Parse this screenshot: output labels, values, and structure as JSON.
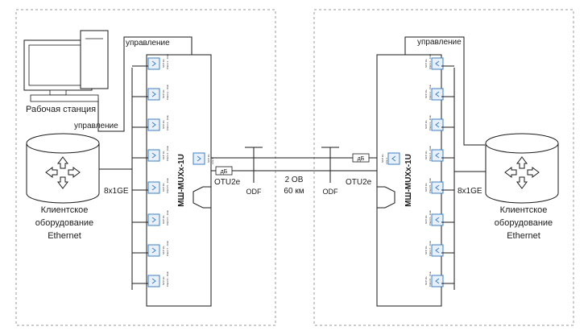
{
  "left_side": {
    "workstation_label": "Рабочая станция",
    "mgmt_label_top": "управление",
    "mgmt_label_mid": "управление",
    "client_label": [
      "Клиентское",
      "оборудование",
      "Ethernet"
    ],
    "bundle_label": "8x1GE",
    "mux_label": "МШ-MUXх-1U",
    "otu_label": "OTU2e",
    "db_label": "дБ",
    "odf_label": "ODF"
  },
  "right_side": {
    "mgmt_label_top": "управление",
    "client_label": [
      "Клиентское",
      "оборудование",
      "Ethernet"
    ],
    "bundle_label": "8x1GE",
    "mux_label": "МШ-MUXх-1U",
    "otu_label": "OTU2e",
    "db_label": "дБ",
    "odf_label": "ODF"
  },
  "link": {
    "fiber_count": "2 ОВ",
    "distance": "60 км"
  },
  "modules": {
    "client_port_labels": [
      "Client 1 - 1GE",
      "Client 2 - 1GE",
      "Client 3 - 1GE",
      "Client 4 - 1GE",
      "Client 5 - 1GE",
      "Client 6 - 1GE",
      "Client 7 - 1GE",
      "Client 8 - 1GE"
    ],
    "sfp_label": "SFP 1G",
    "line_labels": [
      "Line 1",
      "Line 2"
    ]
  },
  "colors": {
    "line": "#1a1a1a",
    "module_blue": "#3b7fc4",
    "module_fill": "#e8f1fb",
    "dashed_border": "#9a9a9a",
    "device_fill": "#ffffff"
  }
}
